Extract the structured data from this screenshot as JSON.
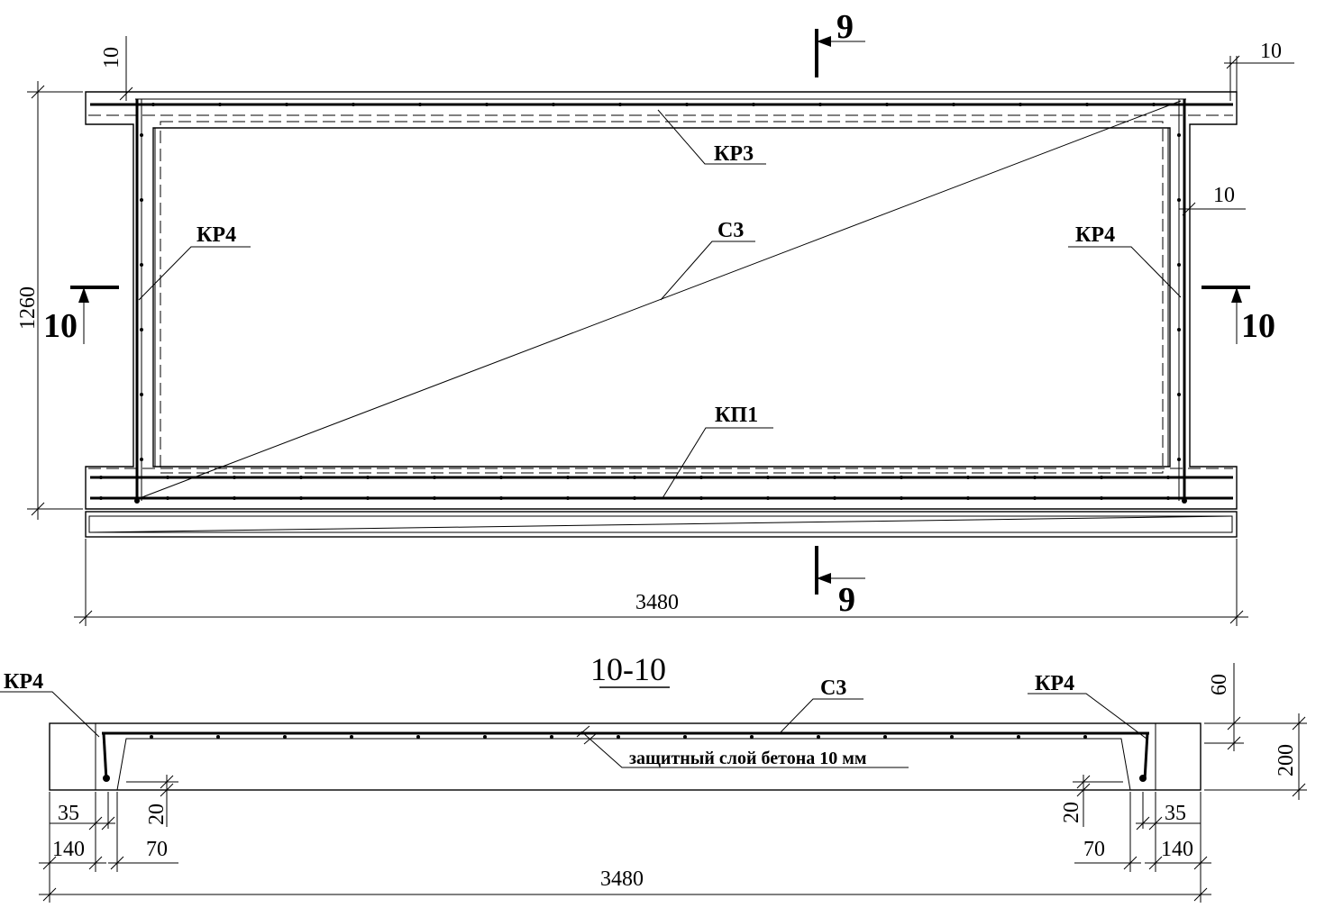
{
  "plan": {
    "dims": {
      "width": "3480",
      "height": "1260",
      "cover_top_left": "10",
      "cover_top_right": "10",
      "cover_right": "10"
    },
    "cuts": {
      "top": "9",
      "bottom": "9",
      "left": "10",
      "right": "10"
    },
    "labels": {
      "kr3": "КР3",
      "kr4_left": "КР4",
      "kr4_right": "КР4",
      "c3": "С3",
      "kp1": "КП1"
    }
  },
  "section": {
    "title": "10-10",
    "labels": {
      "kr4_left": "КР4",
      "kr4_right": "КР4",
      "c3": "С3"
    },
    "note": "защитный слой бетона 10 мм",
    "dims": {
      "total": "3480",
      "right_60": "60",
      "right_200": "200",
      "left_35": "35",
      "left_140": "140",
      "left_20": "20",
      "left_70": "70",
      "right_35": "35",
      "right_140": "140",
      "right_20": "20",
      "right_70": "70"
    }
  }
}
